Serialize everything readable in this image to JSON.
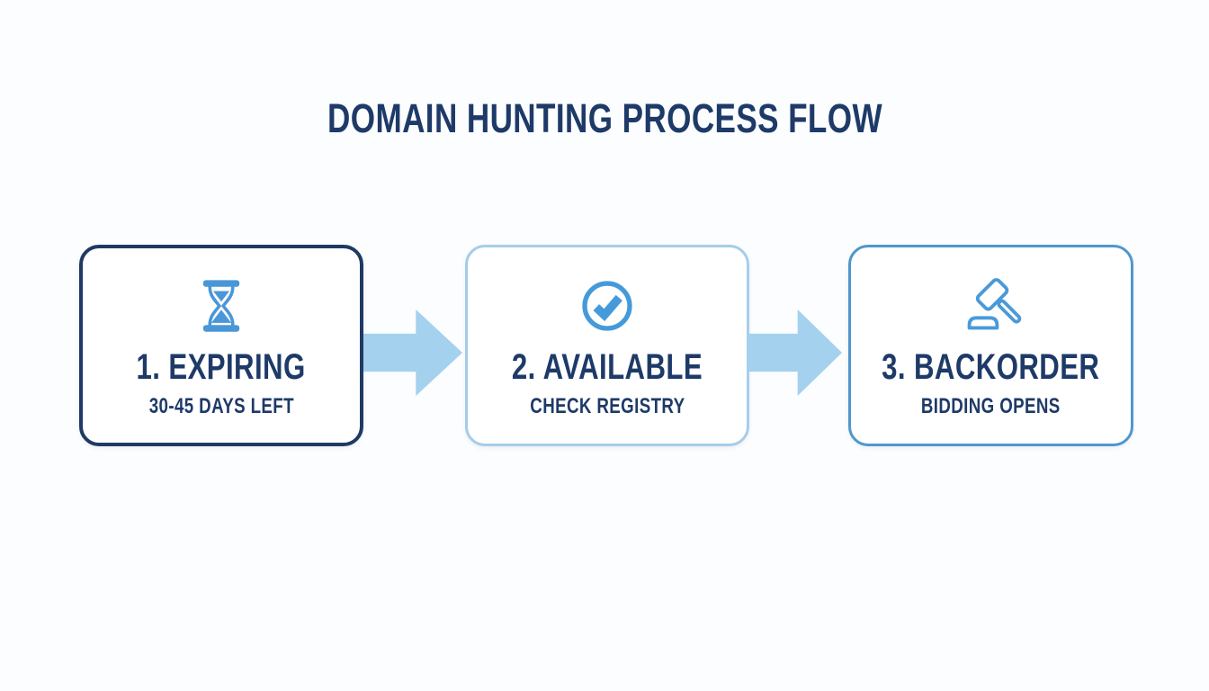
{
  "title": "DOMAIN HUNTING PROCESS FLOW",
  "colors": {
    "text_navy": "#1e3a68",
    "box1_border": "#1f3a63",
    "box2_border": "#a5cde9",
    "box3_border": "#4f97cc",
    "icon_blue": "#4a97d8",
    "arrow_fill": "#a4d1ee",
    "background": "#fcfdfe"
  },
  "steps": [
    {
      "icon": "hourglass-icon",
      "title": "1. EXPIRING",
      "subtitle": "30-45 DAYS LEFT"
    },
    {
      "icon": "check-circle-icon",
      "title": "2. AVAILABLE",
      "subtitle": "CHECK REGISTRY"
    },
    {
      "icon": "gavel-icon",
      "title": "3. BACKORDER",
      "subtitle": "BIDDING OPENS"
    }
  ]
}
